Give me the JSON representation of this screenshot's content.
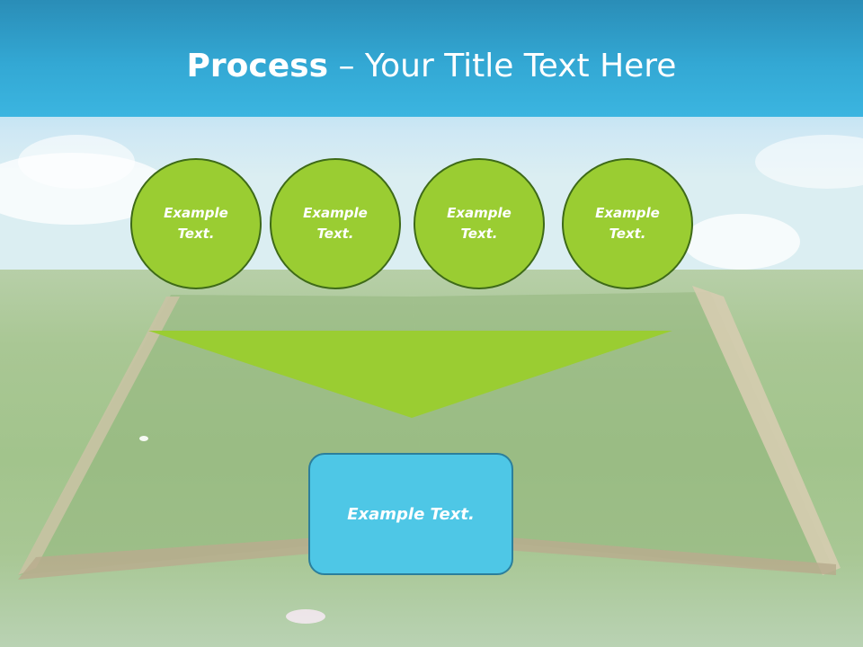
{
  "slide": {
    "title_strong": "Process",
    "title_dash": " – ",
    "title_rest": "Your Title Text Here"
  },
  "steps": [
    {
      "label": "Example Text."
    },
    {
      "label": "Example Text."
    },
    {
      "label": "Example Text."
    },
    {
      "label": "Example Text."
    }
  ],
  "result": {
    "label": "Example Text."
  },
  "colors": {
    "title_band": "#33a8d4",
    "circle_fill": "#9acd32",
    "circle_border": "#3e6a18",
    "funnel_fill": "#9acd32",
    "result_fill": "#4ec7e6",
    "result_border": "#2b7f9c"
  }
}
